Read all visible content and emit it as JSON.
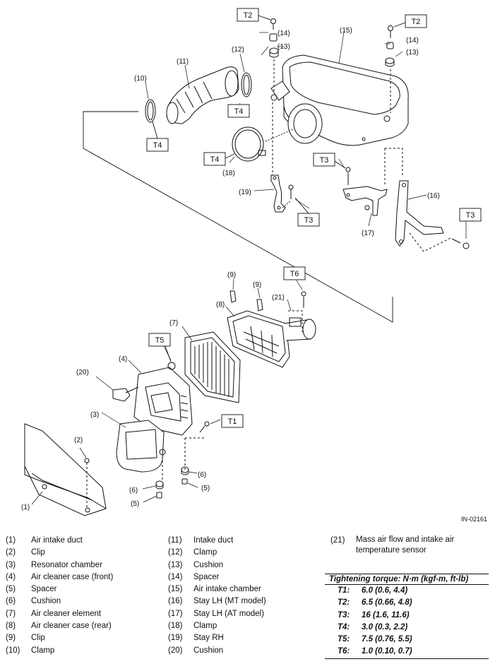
{
  "diagram": {
    "figure_id": "IN-02161",
    "part_numbers": {
      "p1": "(1)",
      "p2": "(2)",
      "p3": "(3)",
      "p4": "(4)",
      "p5a": "(5)",
      "p5b": "(5)",
      "p6a": "(6)",
      "p6b": "(6)",
      "p7": "(7)",
      "p8": "(8)",
      "p9a": "(9)",
      "p9b": "(9)",
      "p10": "(10)",
      "p11": "(11)",
      "p12": "(12)",
      "p13a": "(13)",
      "p13b": "(13)",
      "p14a": "(14)",
      "p14b": "(14)",
      "p15": "(15)",
      "p16": "(16)",
      "p17": "(17)",
      "p18": "(18)",
      "p19": "(19)",
      "p20": "(20)",
      "p21": "(21)"
    },
    "torque_tags": {
      "t2a": "T2",
      "t2b": "T2",
      "t4a": "T4",
      "t4b": "T4",
      "t4c": "T4",
      "t3a": "T3",
      "t3b": "T3",
      "t3c": "T3",
      "t6": "T6",
      "t5": "T5",
      "t1": "T1"
    }
  },
  "legend": {
    "col1": [
      {
        "num": "(1)",
        "label": "Air intake duct"
      },
      {
        "num": "(2)",
        "label": "Clip"
      },
      {
        "num": "(3)",
        "label": "Resonator chamber"
      },
      {
        "num": "(4)",
        "label": "Air cleaner case (front)"
      },
      {
        "num": "(5)",
        "label": "Spacer"
      },
      {
        "num": "(6)",
        "label": "Cushion"
      },
      {
        "num": "(7)",
        "label": "Air cleaner element"
      },
      {
        "num": "(8)",
        "label": "Air cleaner case (rear)"
      },
      {
        "num": "(9)",
        "label": "Clip"
      },
      {
        "num": "(10)",
        "label": "Clamp"
      }
    ],
    "col2": [
      {
        "num": "(11)",
        "label": "Intake duct"
      },
      {
        "num": "(12)",
        "label": "Clamp"
      },
      {
        "num": "(13)",
        "label": "Cushion"
      },
      {
        "num": "(14)",
        "label": "Spacer"
      },
      {
        "num": "(15)",
        "label": "Air intake chamber"
      },
      {
        "num": "(16)",
        "label": "Stay LH (MT model)"
      },
      {
        "num": "(17)",
        "label": "Stay LH (AT model)"
      },
      {
        "num": "(18)",
        "label": "Clamp"
      },
      {
        "num": "(19)",
        "label": "Stay RH"
      },
      {
        "num": "(20)",
        "label": "Cushion"
      }
    ],
    "col3": [
      {
        "num": "(21)",
        "label": "Mass air flow and intake air temperature sensor"
      }
    ]
  },
  "torque": {
    "title": "Tightening torque: N·m (kgf-m, ft-lb)",
    "rows": [
      {
        "key": "T1:",
        "value": "6.0 (0.6, 4.4)"
      },
      {
        "key": "T2:",
        "value": "6.5 (0.66, 4.8)"
      },
      {
        "key": "T3:",
        "value": "16 (1.6, 11.6)"
      },
      {
        "key": "T4:",
        "value": "3.0 (0.3, 2.2)"
      },
      {
        "key": "T5:",
        "value": "7.5 (0.76, 5.5)"
      },
      {
        "key": "T6:",
        "value": "1.0 (0.10, 0.7)"
      }
    ]
  }
}
